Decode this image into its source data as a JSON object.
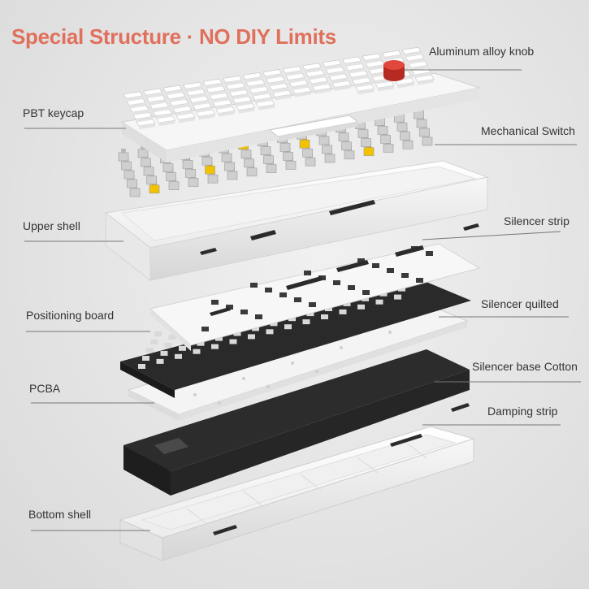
{
  "title": "Special Structure · NO DIY Limits",
  "colors": {
    "title": "#e0705c",
    "knob": "#d9362c",
    "shell": "#ffffff",
    "silencer": "#2b2b2b",
    "switch_yellow": "#f2c200",
    "leader_line": "#777777"
  },
  "labels": {
    "aluminum_alloy_knob": "Aluminum alloy knob",
    "pbt_keycap": "PBT keycap",
    "mechanical_switch": "Mechanical Switch",
    "upper_shell": "Upper shell",
    "silencer_strip": "Silencer strip",
    "positioning_board": "Positioning board",
    "silencer_quilted": "Silencer quilted",
    "pcba": "PCBA",
    "silencer_base_cotton": "Silencer base Cotton",
    "damping_strip": "Damping strip",
    "bottom_shell": "Bottom shell"
  }
}
